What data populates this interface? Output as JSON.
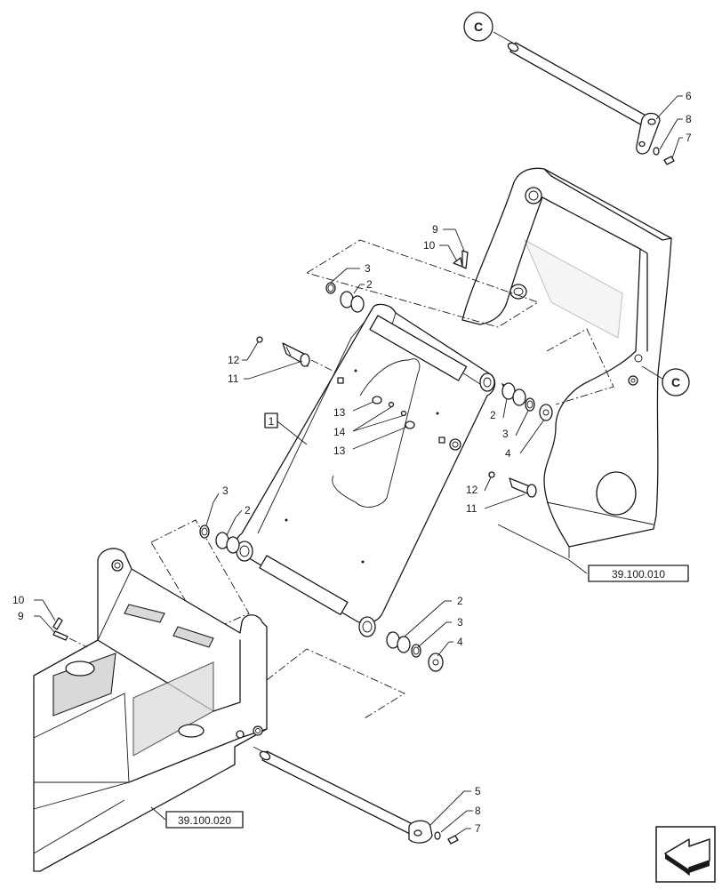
{
  "callouts": {
    "top": "C",
    "side": "C"
  },
  "references": {
    "frame_upper": "39.100.010",
    "frame_lower": "39.100.020"
  },
  "boxed_item": "1",
  "labels": {
    "top_6": "6",
    "top_8": "8",
    "top_7": "7",
    "up_9": "9",
    "up_10": "10",
    "up_3": "3",
    "up_2": "2",
    "left_12": "12",
    "left_11": "11",
    "p13a": "13",
    "p14": "14",
    "p13b": "13",
    "r2": "2",
    "r3": "3",
    "r4": "4",
    "r12": "12",
    "r11": "11",
    "l3": "3",
    "l2": "2",
    "low_10": "10",
    "low_9": "9",
    "br2": "2",
    "br3": "3",
    "br4": "4",
    "b5": "5",
    "b8": "8",
    "b7": "7"
  },
  "icons": {
    "nav": "arrow-icon"
  }
}
